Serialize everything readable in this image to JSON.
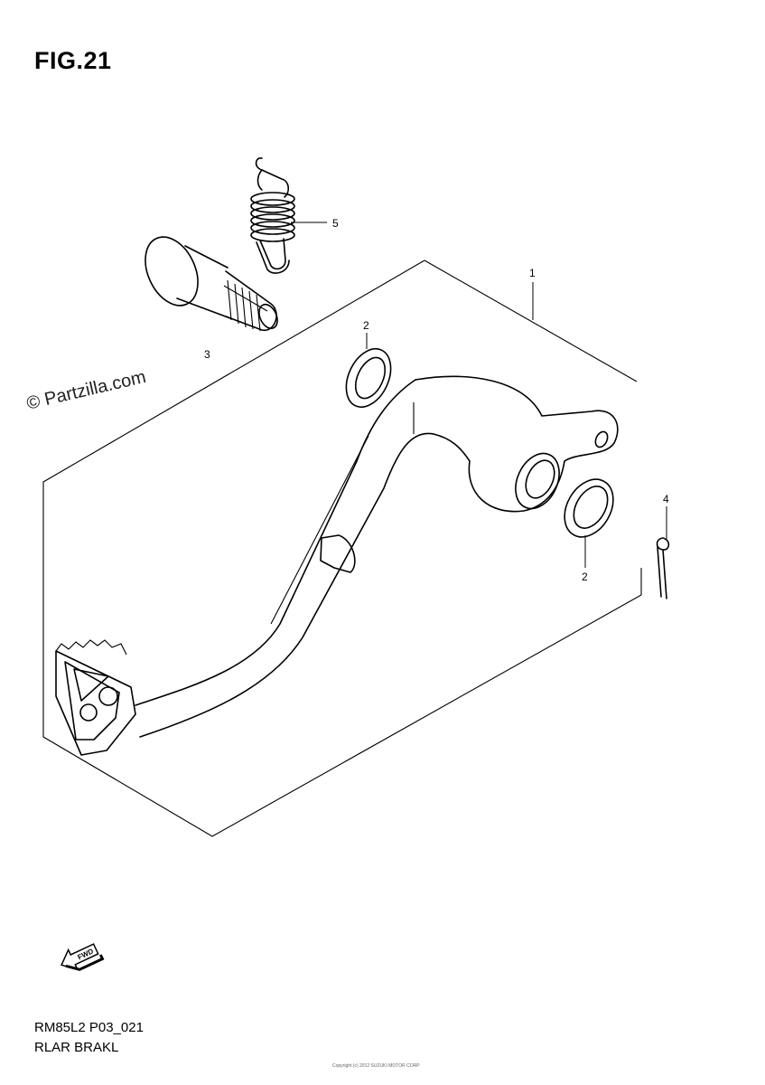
{
  "figure": {
    "title": "FIG.21",
    "watermark": "© Partzilla.com",
    "model_code": "RM85L2 P03_021",
    "section_name": "RLAR BRAKL",
    "copyright": "Copyright (c) 2012 SUZUKI MOTOR CORP"
  },
  "callouts": {
    "c1": "1",
    "c2a": "2",
    "c2b": "2",
    "c3": "3",
    "c4": "4",
    "c5": "5"
  },
  "fwd_arrow": {
    "label": "FWD",
    "icon": "fwd-arrow-icon"
  }
}
